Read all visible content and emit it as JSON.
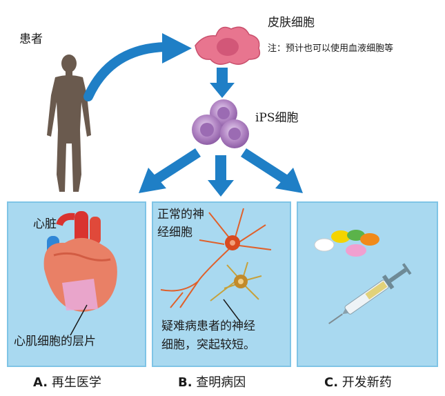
{
  "patient": "患者",
  "skin_cell": "皮肤细胞",
  "note": "注：预计也可以使用血液细胞等",
  "ips_cell": "iPS细胞",
  "panel_a": {
    "heart": "心脏",
    "cardiomyocyte_sheet": "心肌细胞的层片",
    "caption_letter": "A.",
    "caption": "再生医学"
  },
  "panel_b": {
    "normal_neuron_line1": "正常的神",
    "normal_neuron_line2": "经细胞",
    "patient_neuron_line1": "疑难病患者的神经",
    "patient_neuron_line2": "细胞，突起较短。",
    "caption_letter": "B.",
    "caption": "查明病因"
  },
  "panel_c": {
    "caption_letter": "C.",
    "caption": "开发新药"
  },
  "colors": {
    "arrow": "#1f7fc6",
    "panel_bg": "#a9d9f0",
    "skin_cell": "#e8758f",
    "ips_cell": "#b286c4",
    "normal_neuron": "#e0602a",
    "patient_neuron": "#c6a13a"
  }
}
